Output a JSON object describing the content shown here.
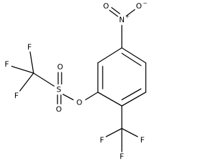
{
  "molecule": {
    "atom_labels": {
      "nitro_n": "N",
      "nitro_n_charge": "+",
      "nitro_o_top": "O",
      "nitro_o_right": "O",
      "nitro_o_charge": "−",
      "ester_o": "O",
      "sulfur": "S",
      "sulfonyl_o_upper": "O",
      "sulfonyl_o_lower": "O",
      "triflyl_f_top": "F",
      "triflyl_f_left": "F",
      "triflyl_f_lower": "F",
      "cf3_f_left": "F",
      "cf3_f_right": "F",
      "cf3_f_bottom": "F"
    }
  }
}
